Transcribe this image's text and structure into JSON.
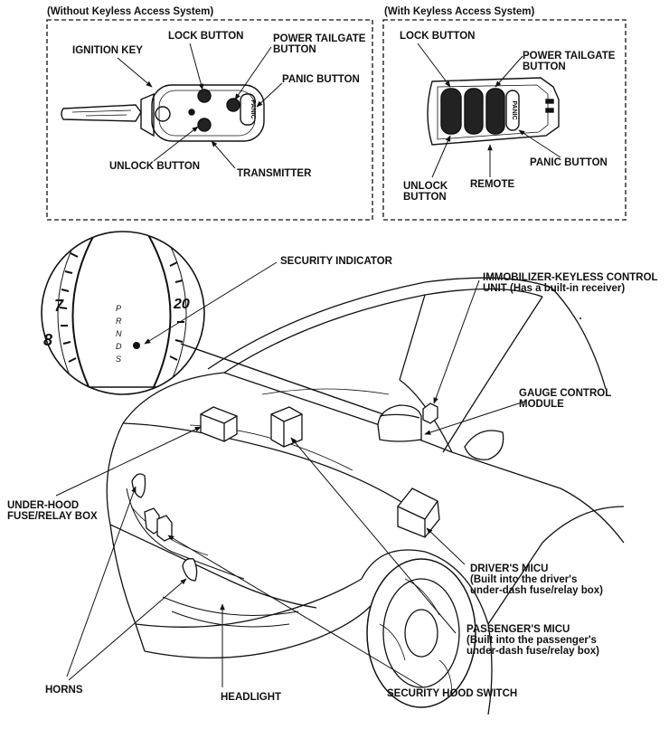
{
  "panels": {
    "left_title": "(Without Keyless Access System)",
    "right_title": "(With Keyless Access System)"
  },
  "left_keyfob": {
    "ignition_key": "IGNITION KEY",
    "lock_button": "LOCK BUTTON",
    "power_tailgate_1": "POWER TAILGATE",
    "power_tailgate_2": "BUTTON",
    "panic_button": "PANIC BUTTON",
    "unlock_button": "UNLOCK BUTTON",
    "transmitter": "TRANSMITTER",
    "panic_glyph": "PANIC"
  },
  "right_keyfob": {
    "lock_button": "LOCK BUTTON",
    "power_tailgate_1": "POWER TAILGATE",
    "power_tailgate_2": "BUTTON",
    "panic_button": "PANIC BUTTON",
    "unlock_1": "UNLOCK",
    "unlock_2": "BUTTON",
    "remote": "REMOTE",
    "panic_glyph": "PANIC"
  },
  "gauge": {
    "left_number": "7",
    "left_number_partial": "8",
    "right_number": "20",
    "gears": [
      "P",
      "R",
      "N",
      "D",
      "S"
    ]
  },
  "labels": {
    "security_indicator": "SECURITY INDICATOR",
    "immobilizer_1": "IMMOBILIZER-KEYLESS CONTROL",
    "immobilizer_2": "UNIT (Has a built-in receiver)",
    "gauge_module_1": "GAUGE CONTROL",
    "gauge_module_2": "MODULE",
    "underhood_1": "UNDER-HOOD",
    "underhood_2": "FUSE/RELAY BOX",
    "drivers_micu_1": "DRIVER'S MICU",
    "drivers_micu_2": "(Built into the driver's",
    "drivers_micu_3": "under-dash fuse/relay box)",
    "passengers_micu_1": "PASSENGER'S MICU",
    "passengers_micu_2": "(Built into the passenger's",
    "passengers_micu_3": "under-dash fuse/relay box)",
    "horns": "HORNS",
    "headlight": "HEADLIGHT",
    "security_hood_switch": "SECURITY HOOD SWITCH"
  }
}
